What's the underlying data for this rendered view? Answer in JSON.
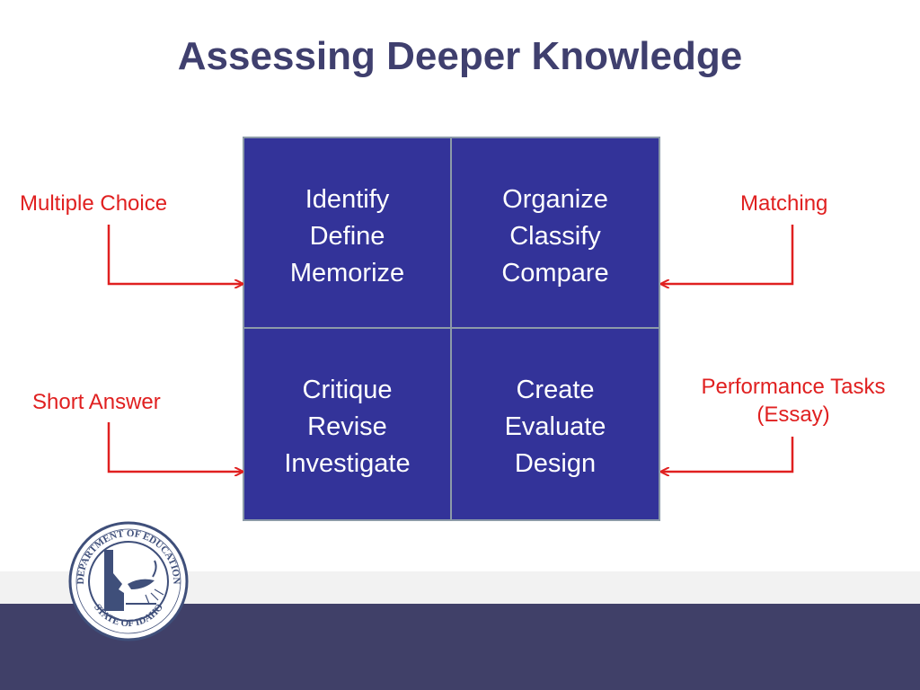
{
  "title": "Assessing Deeper Knowledge",
  "grid": {
    "top_left": [
      "Identify",
      "Define",
      "Memorize"
    ],
    "top_right": [
      "Organize",
      "Classify",
      "Compare"
    ],
    "bottom_left": [
      "Critique",
      "Revise",
      "Investigate"
    ],
    "bottom_right": [
      "Create",
      "Evaluate",
      "Design"
    ]
  },
  "labels": {
    "multiple_choice": "Multiple Choice",
    "matching": "Matching",
    "short_answer": "Short Answer",
    "performance_tasks_line1": "Performance Tasks",
    "performance_tasks_line2": "(Essay)"
  },
  "seal": {
    "top_text": "DEPARTMENT OF EDUCATION",
    "bottom_text": "STATE OF IDAHO"
  },
  "colors": {
    "title": "#3f3f6e",
    "cell_fill": "#333399",
    "label_red": "#e02020",
    "footer": "#404068"
  }
}
